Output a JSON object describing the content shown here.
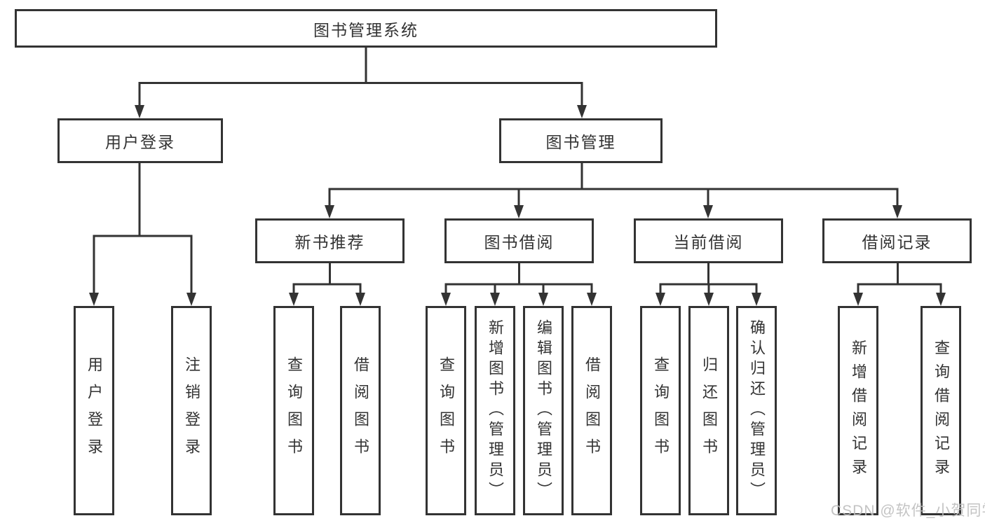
{
  "tree": {
    "root_label": "图书管理系统",
    "branches": [
      {
        "label": "用户登录",
        "children": [
          {
            "label": "用户登录"
          },
          {
            "label": "注销登录"
          }
        ]
      },
      {
        "label": "图书管理",
        "children": [
          {
            "label": "新书推荐",
            "children": [
              {
                "label": "查询图书"
              },
              {
                "label": "借阅图书"
              }
            ]
          },
          {
            "label": "图书借阅",
            "children": [
              {
                "label": "查询图书"
              },
              {
                "label": "新增图书（管理员）"
              },
              {
                "label": "编辑图书（管理员）"
              },
              {
                "label": "借阅图书"
              }
            ]
          },
          {
            "label": "当前借阅",
            "children": [
              {
                "label": "查询图书"
              },
              {
                "label": "归还图书"
              },
              {
                "label": "确认归还（管理员）"
              }
            ]
          },
          {
            "label": "借阅记录",
            "children": [
              {
                "label": "新增借阅记录"
              },
              {
                "label": "查询借阅记录"
              }
            ]
          }
        ]
      }
    ]
  },
  "watermark": {
    "text": "CSDN @软件_小贺同学"
  },
  "colors": {
    "line": "#333333",
    "text": "#333333",
    "box-bg": "#ffffff",
    "watermark": "#bdbdbd",
    "background": "#ffffff"
  }
}
